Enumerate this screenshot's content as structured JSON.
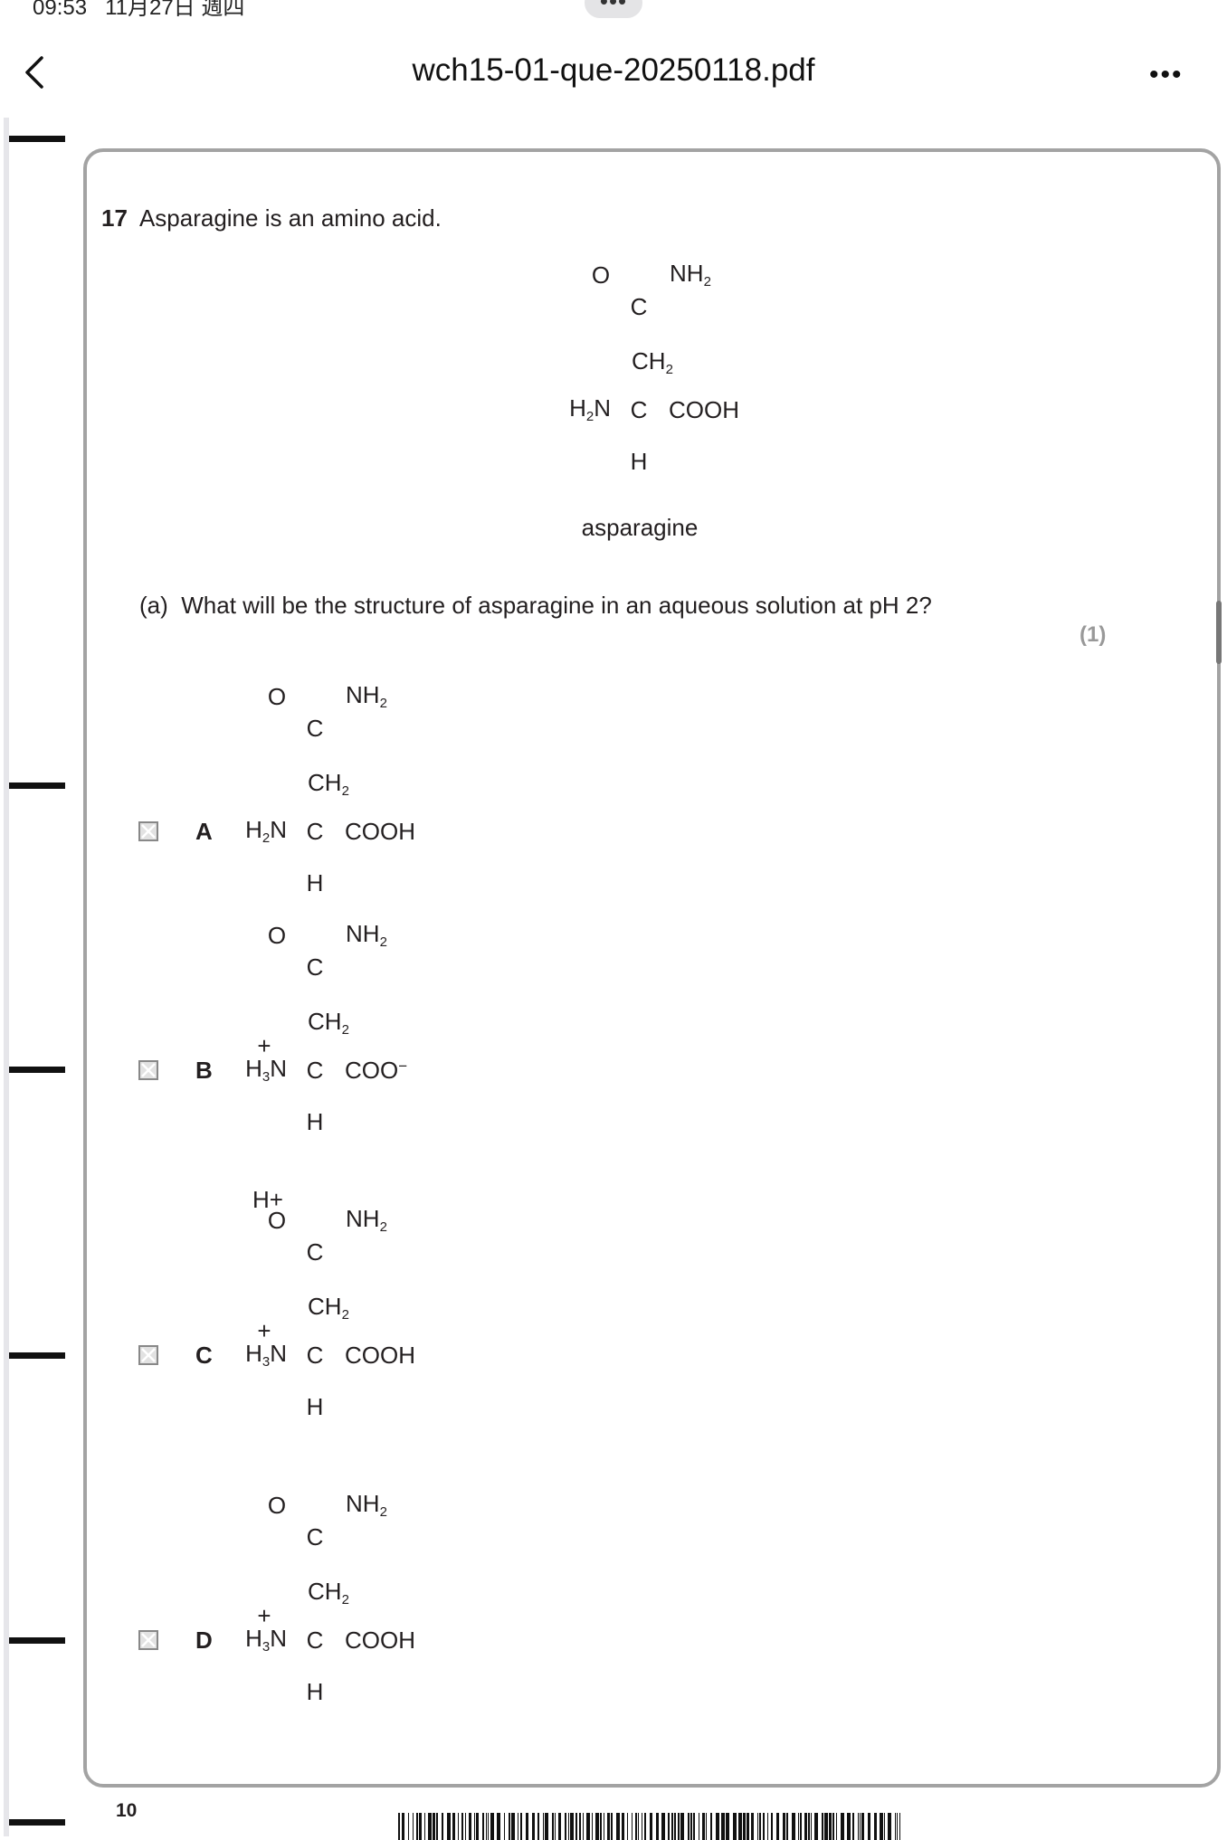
{
  "status_bar": {
    "time": "09:53",
    "date": "11月27日 週四"
  },
  "nav": {
    "title": "wch15-01-que-20250118.pdf"
  },
  "question": {
    "number": "17",
    "stem": "Asparagine is an amino acid.",
    "caption": "asparagine",
    "part": "(a)",
    "part_text": "What will be the structure of asparagine in an aqueous solution at pH 2?",
    "marks": "(1)"
  },
  "molecules": {
    "main": {
      "o": "O",
      "o_charge": null,
      "amide": [
        "NH",
        "2"
      ],
      "c_top": "C",
      "ch2": [
        "CH",
        "2"
      ],
      "c": "C",
      "amine": [
        "H",
        "2",
        "N"
      ],
      "amine_charge": null,
      "acid": "COOH",
      "acid_sup": null,
      "h": "H"
    },
    "A": {
      "o": "O",
      "o_charge": null,
      "amide": [
        "NH",
        "2"
      ],
      "c_top": "C",
      "ch2": [
        "CH",
        "2"
      ],
      "c": "C",
      "amine": [
        "H",
        "2",
        "N"
      ],
      "amine_charge": null,
      "acid": "COOH",
      "acid_sup": null,
      "h": "H"
    },
    "B": {
      "o": "O",
      "o_charge": null,
      "amide": [
        "NH",
        "2"
      ],
      "c_top": "C",
      "ch2": [
        "CH",
        "2"
      ],
      "c": "C",
      "amine": [
        "H",
        "3",
        "N"
      ],
      "amine_charge": "+",
      "acid": "COO",
      "acid_sup": "−",
      "h": "H"
    },
    "C": {
      "o": "O",
      "o_charge": "H+",
      "amide": [
        "NH",
        "2"
      ],
      "c_top": "C",
      "ch2": [
        "CH",
        "2"
      ],
      "c": "C",
      "amine": [
        "H",
        "3",
        "N"
      ],
      "amine_charge": "+",
      "acid": "COOH",
      "acid_sup": null,
      "h": "H"
    },
    "D": {
      "o": "O",
      "o_charge": null,
      "amide": [
        "NH",
        "2"
      ],
      "c_top": "C",
      "ch2": [
        "CH",
        "2"
      ],
      "c": "C",
      "amine": [
        "H",
        "3",
        "N"
      ],
      "amine_charge": "+",
      "acid": "COOH",
      "acid_sup": null,
      "h": "H"
    }
  },
  "options": [
    {
      "letter": "A"
    },
    {
      "letter": "B"
    },
    {
      "letter": "C"
    },
    {
      "letter": "D"
    }
  ],
  "footer": {
    "page_number": "10"
  }
}
